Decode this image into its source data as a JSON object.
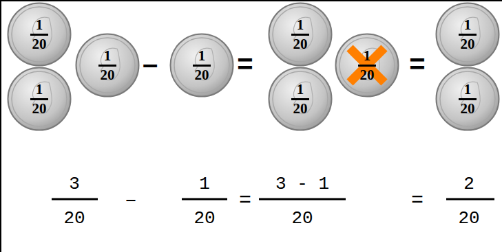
{
  "diagram": {
    "nodes": [
      {
        "text": [
          "1",
          "20"
        ]
      },
      {
        "text": [
          "1",
          "20"
        ]
      },
      {
        "text": [
          "1",
          "20"
        ]
      },
      {
        "text": [
          "1",
          "20"
        ]
      },
      {
        "text": [
          "1",
          "20"
        ]
      },
      {
        "text": [
          "1",
          "20"
        ]
      },
      {
        "text": [
          "1",
          "20"
        ]
      },
      {
        "text": [
          "1",
          "20"
        ]
      },
      {
        "text": [
          "1",
          "20"
        ]
      }
    ],
    "labels": [
      "–",
      "=",
      "=",
      "3",
      "20",
      "–",
      "1",
      "20",
      "=",
      "3 - 1",
      "20",
      "=",
      "2",
      "20"
    ]
  }
}
